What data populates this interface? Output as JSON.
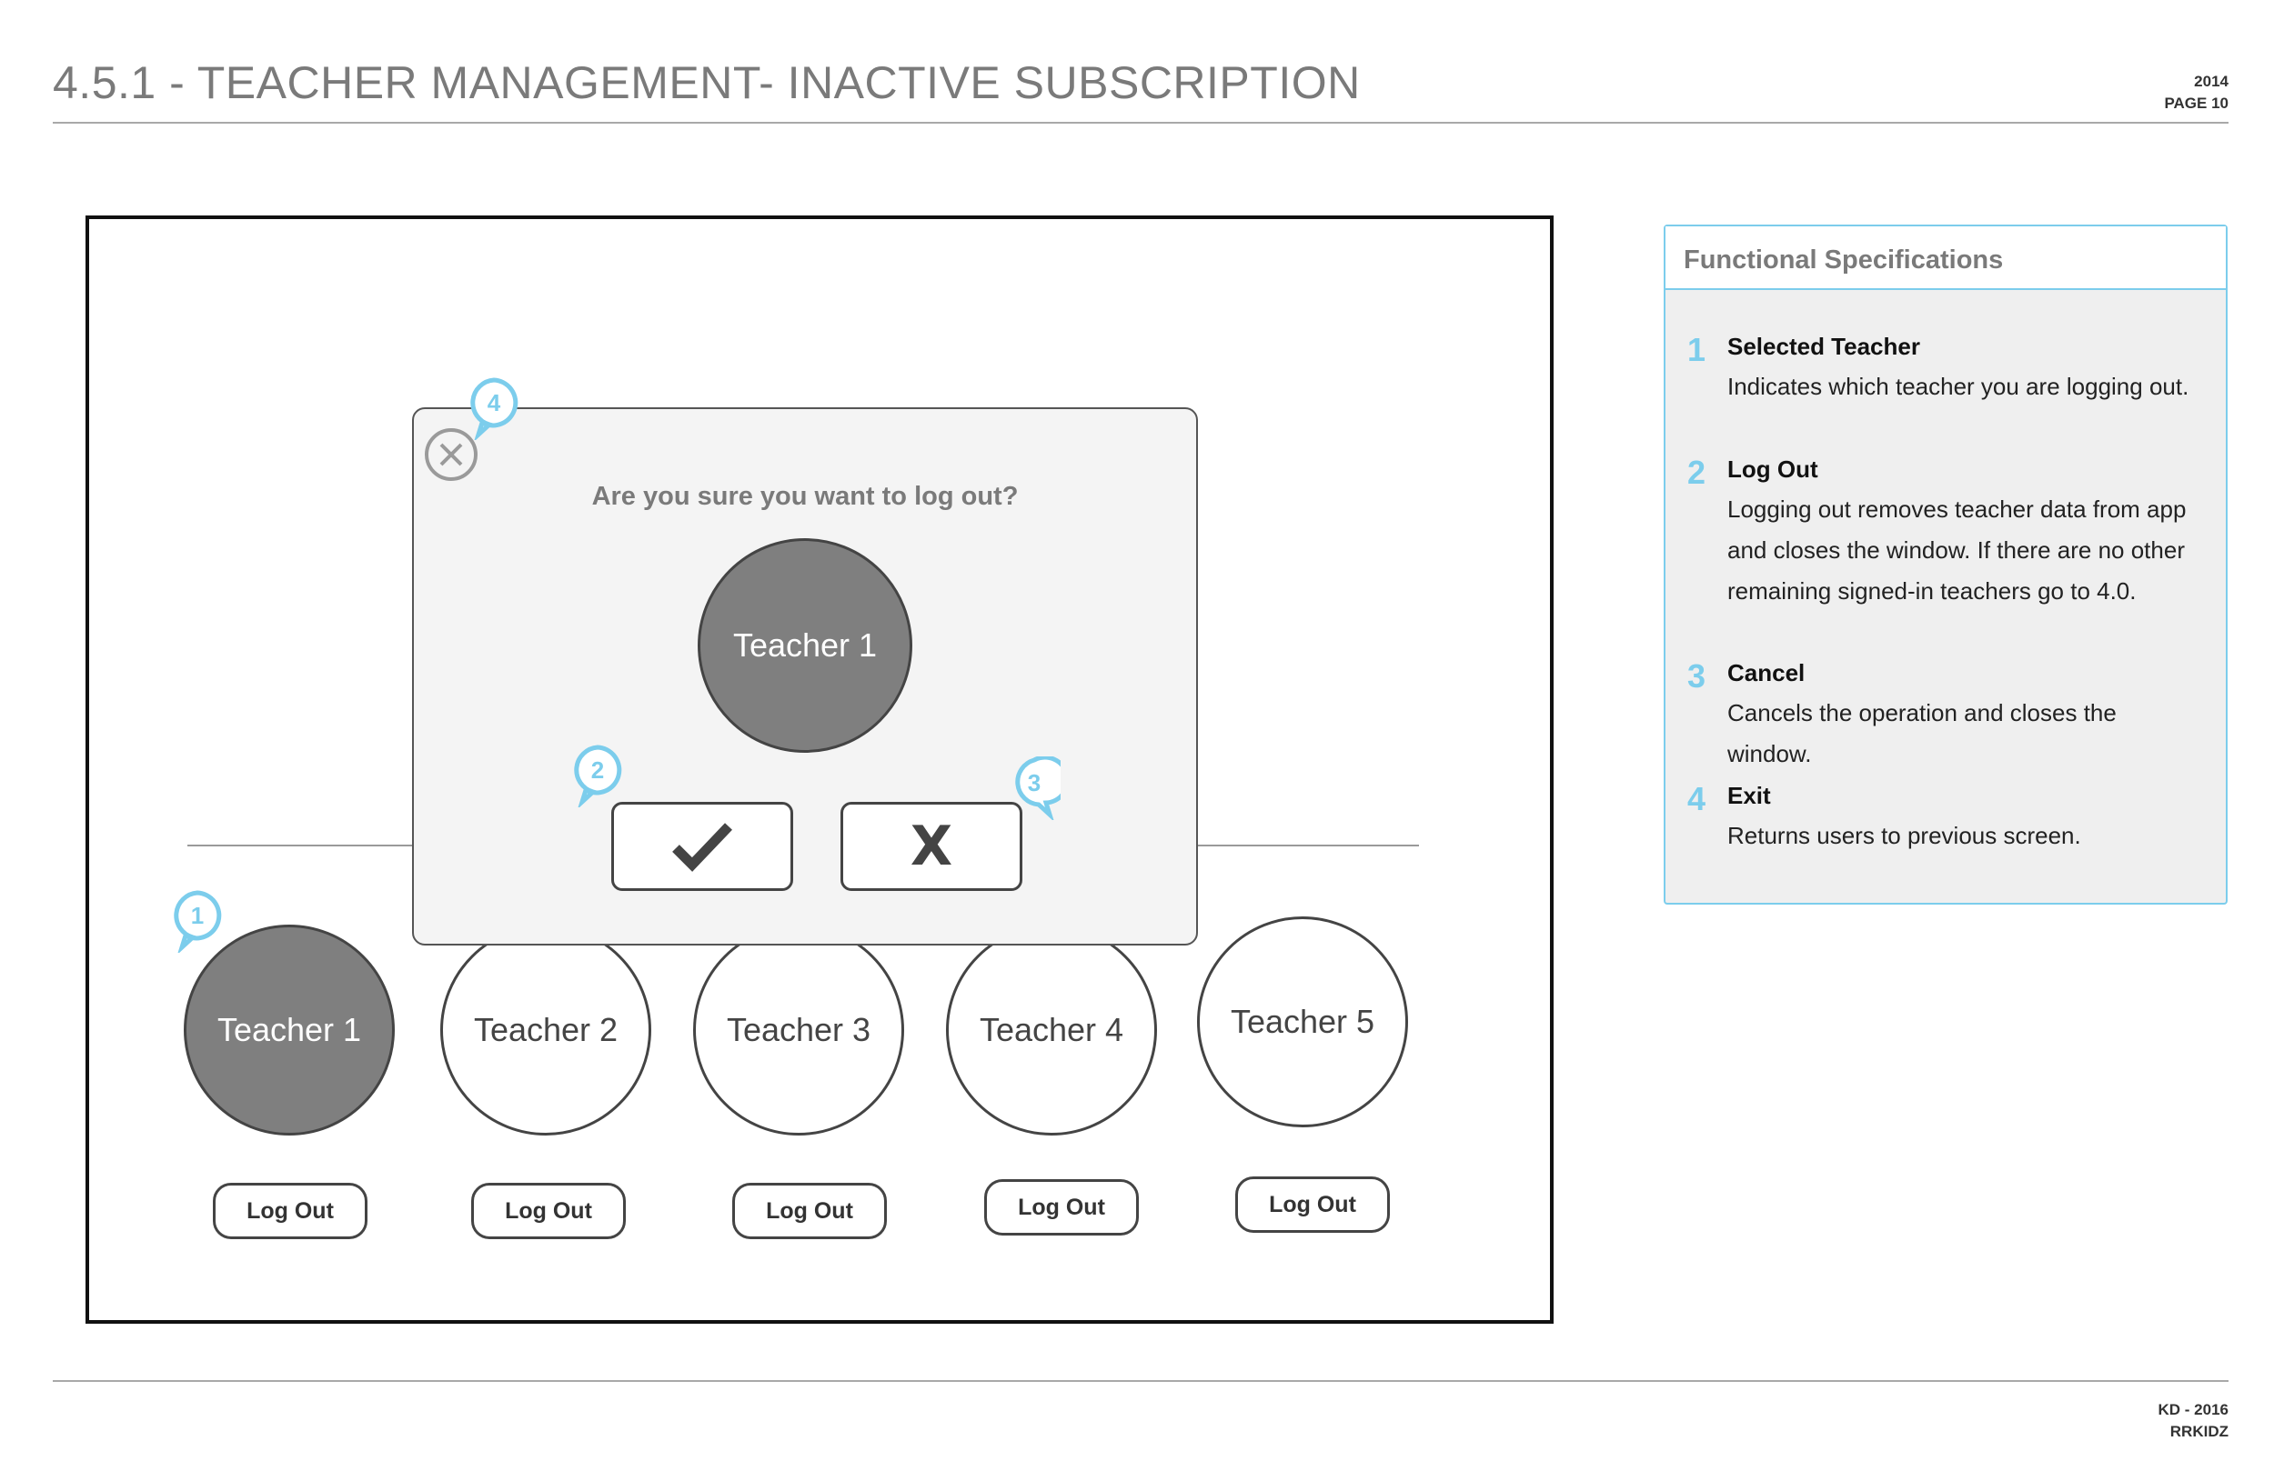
{
  "header": {
    "title": "4.5.1 - TEACHER MANAGEMENT- INACTIVE SUBSCRIPTION",
    "year": "2014",
    "page": "PAGE 10"
  },
  "footer": {
    "line1": "KD - 2016",
    "line2": "RRKIDZ"
  },
  "teachers": [
    {
      "label": "Teacher 1",
      "selected": true,
      "logout": "Log Out"
    },
    {
      "label": "Teacher 2",
      "selected": false,
      "logout": "Log Out"
    },
    {
      "label": "Teacher 3",
      "selected": false,
      "logout": "Log Out"
    },
    {
      "label": "Teacher 4",
      "selected": false,
      "logout": "Log Out"
    },
    {
      "label": "Teacher 5",
      "selected": false,
      "logout": "Log Out"
    }
  ],
  "modal": {
    "question": "Are you sure you want to log out?",
    "teacher": "Teacher 1",
    "confirm_icon": "checkmark-icon",
    "cancel_label": "X",
    "close_icon": "close-circle-icon"
  },
  "callouts": [
    "1",
    "2",
    "3",
    "4"
  ],
  "specs": {
    "title": "Functional Specifications",
    "items": [
      {
        "num": "1",
        "name": "Selected Teacher",
        "desc": "Indicates which teacher you are logging out."
      },
      {
        "num": "2",
        "name": "Log Out",
        "desc": "Logging out removes teacher data from app and closes the window. If there are no other remaining signed-in teachers go to 4.0."
      },
      {
        "num": "3",
        "name": "Cancel",
        "desc": "Cancels the operation and closes the window."
      },
      {
        "num": "4",
        "name": "Exit",
        "desc": "Returns users to previous screen."
      }
    ]
  },
  "colors": {
    "accent": "#7ccdec",
    "selected": "#7f7f7f",
    "modal_bg": "#f4f4f4",
    "specs_bg": "#efefef"
  }
}
